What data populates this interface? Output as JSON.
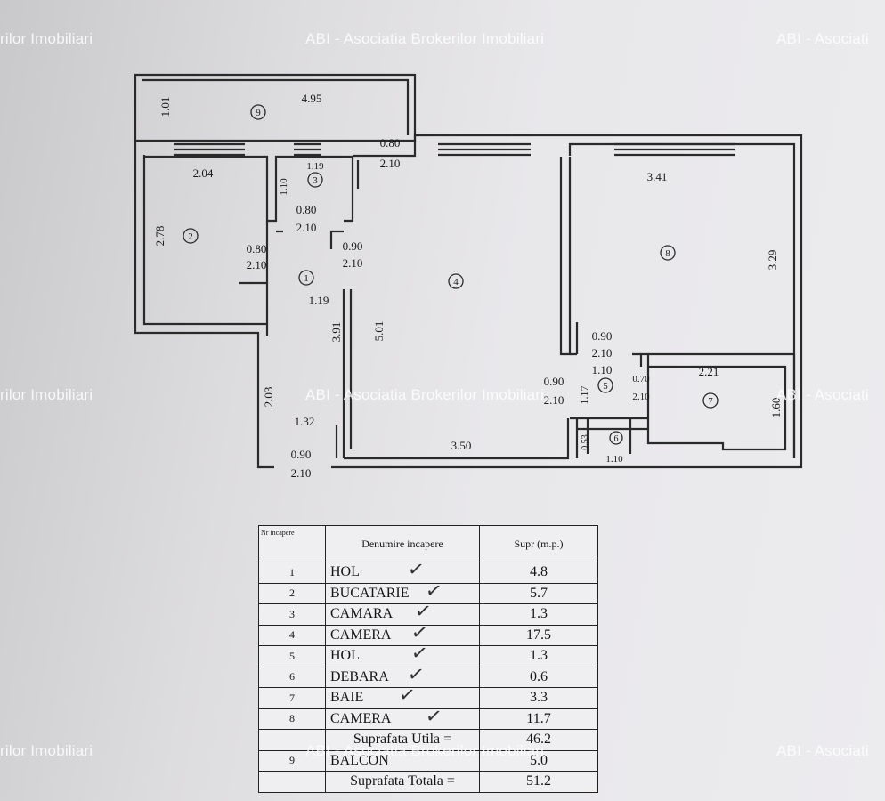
{
  "watermark_text": "ABI - Asociatia Brokerilor Imobiliari",
  "watermark_fragment_left": "rilor Imobiliari",
  "watermark_fragment_right": "ABI - Asociati",
  "plan": {
    "dims": {
      "d_4_95": "4.95",
      "d_1_01": "1.01",
      "d_2_04": "2.04",
      "d_2_78": "2.78",
      "d_1_19_top": "1.19",
      "d_1_10_cam": "1.10",
      "d_080_a": "0.80",
      "d_210_a": "2.10",
      "d_080_b": "0.80",
      "d_210_b": "2.10",
      "d_080_c": "0.80",
      "d_210_c": "2.10",
      "d_090_a": "0.90",
      "d_210_d": "2.10",
      "d_1_19_hol": "1.19",
      "d_3_91": "3.91",
      "d_5_01": "5.01",
      "d_2_03": "2.03",
      "d_1_32": "1.32",
      "d_090_b": "0.90",
      "d_210_e": "2.10",
      "d_3_50": "3.50",
      "d_3_41": "3.41",
      "d_3_29": "3.29",
      "d_090_c": "0.90",
      "d_210_f": "2.10",
      "d_1_10_hol": "1.10",
      "d_090_d": "0.90",
      "d_210_g": "2.10",
      "d_1_17": "1.17",
      "d_070": "0.70",
      "d_210_h": "2.10",
      "d_2_21": "2.21",
      "d_1_60": "1.60",
      "d_0_53": "0.53",
      "d_1_10_deb": "1.10"
    },
    "room_numbers": [
      "1",
      "2",
      "3",
      "4",
      "5",
      "6",
      "7",
      "8",
      "9"
    ]
  },
  "table": {
    "header_nr": "Nr incapere",
    "header_name": "Denumire incapere",
    "header_area": "Supr (m.p.)",
    "rows": [
      {
        "nr": "1",
        "name": "HOL",
        "area": "4.8"
      },
      {
        "nr": "2",
        "name": "BUCATARIE",
        "area": "5.7"
      },
      {
        "nr": "3",
        "name": "CAMARA",
        "area": "1.3"
      },
      {
        "nr": "4",
        "name": "CAMERA",
        "area": "17.5"
      },
      {
        "nr": "5",
        "name": "HOL",
        "area": "1.3"
      },
      {
        "nr": "6",
        "name": "DEBARA",
        "area": "0.6"
      },
      {
        "nr": "7",
        "name": "BAIE",
        "area": "3.3"
      },
      {
        "nr": "8",
        "name": "CAMERA",
        "area": "11.7"
      }
    ],
    "util_label": "Suprafata Utila =",
    "util_value": "46.2",
    "balcon_nr": "9",
    "balcon_name": "BALCON",
    "balcon_value": "5.0",
    "total_label": "Suprafata Totala =",
    "total_value": "51.2"
  }
}
